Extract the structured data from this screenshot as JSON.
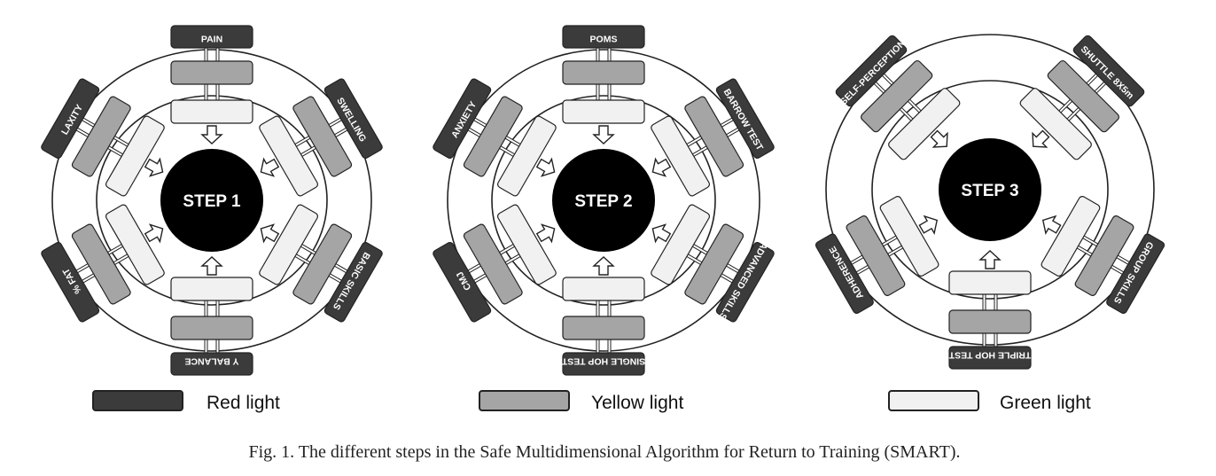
{
  "colors": {
    "red_light": "#3b3b3b",
    "yellow_light": "#a5a5a5",
    "green_light": "#f1f1f1",
    "center": "#000000",
    "line": "#222222"
  },
  "steps": [
    {
      "title": "STEP 1",
      "boxes": [
        {
          "label": "PAIN",
          "angle": 0
        },
        {
          "label": "SWELLING",
          "angle": 60
        },
        {
          "label": "BASIC SKILLS",
          "angle": 120
        },
        {
          "label": "Y BALANCE",
          "angle": 180
        },
        {
          "label": "% FAT",
          "angle": 240
        },
        {
          "label": "LAXITY",
          "angle": 300
        }
      ]
    },
    {
      "title": "STEP 2",
      "boxes": [
        {
          "label": "POMS",
          "angle": 0
        },
        {
          "label": "BARROW TEST",
          "angle": 60
        },
        {
          "label": "ADVANCED SKILLS",
          "angle": 120
        },
        {
          "label": "SINGLE HOP TEST",
          "angle": 180
        },
        {
          "label": "CMJ",
          "angle": 240
        },
        {
          "label": "ANXIETY",
          "angle": 300
        }
      ]
    },
    {
      "title": "STEP 3",
      "boxes": [
        {
          "label": "SHUTTLE 8X5m",
          "angle": 45
        },
        {
          "label": "GROUP SKILLS",
          "angle": 120
        },
        {
          "label": "TRIPLE HOP TEST",
          "angle": 180
        },
        {
          "label": "ADHERENCE",
          "angle": 240
        },
        {
          "label": "SELF-PERCEPTION",
          "angle": 315
        }
      ]
    }
  ],
  "legend": [
    {
      "label": "Red light",
      "level": "red"
    },
    {
      "label": "Yellow light",
      "level": "yellow"
    },
    {
      "label": "Green light",
      "level": "green"
    }
  ],
  "caption": "Fig. 1. The different steps in the Safe Multidimensional Algorithm for Return to Training (SMART)."
}
